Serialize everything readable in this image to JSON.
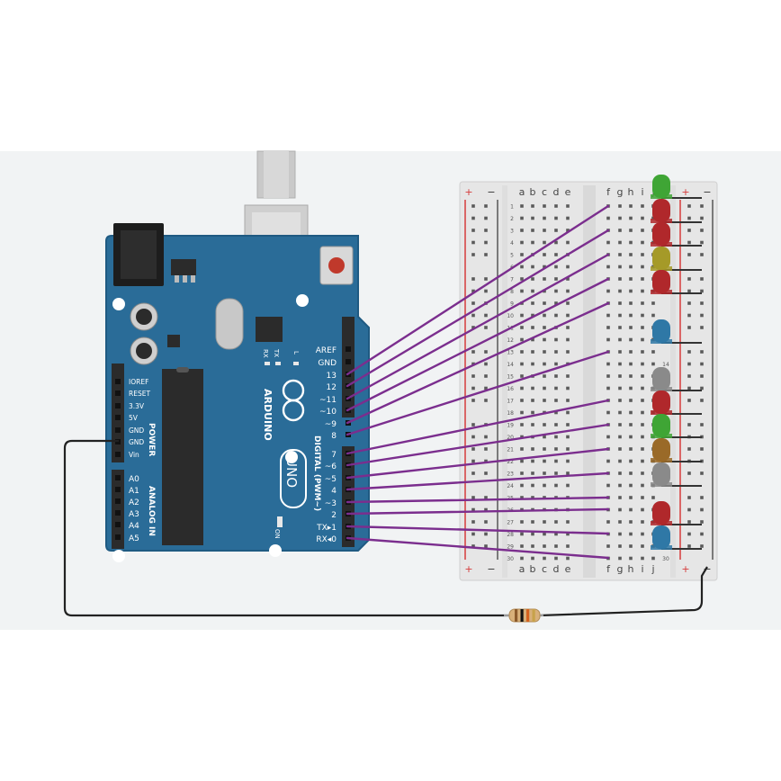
{
  "colors": {
    "canvas": "#f1f3f4",
    "board": "#2a6c98",
    "board_edge": "#1f5a82",
    "wire_purple": "#7b2e8e",
    "wire_black": "#222222",
    "rail_red": "#d63b3b",
    "header": "#2b2b2b",
    "breadboard": "#e6e6e6"
  },
  "arduino": {
    "brand": "ARDUINO",
    "model": "UNO",
    "on_label": "ON",
    "l_label": "L",
    "tx_label": "TX",
    "rx_label": "RX",
    "top_pins": [
      "AREF",
      "GND",
      "13",
      "12",
      "~11",
      "~10",
      "~9",
      "8"
    ],
    "bottom_pins": [
      "7",
      "~6",
      "~5",
      "4",
      "~3",
      "2",
      "TX▸1",
      "RX◂0"
    ],
    "digital_label": "DIGITAL (PWM~)",
    "power_pins": [
      "IOREF",
      "RESET",
      "3.3V",
      "5V",
      "GND",
      "GND",
      "Vin"
    ],
    "power_label": "POWER",
    "analog_pins": [
      "A0",
      "A1",
      "A2",
      "A3",
      "A4",
      "A5"
    ],
    "analog_label": "ANALOG IN"
  },
  "breadboard": {
    "col_left": [
      "a",
      "b",
      "c",
      "d",
      "e"
    ],
    "col_right": [
      "f",
      "g",
      "h",
      "i",
      "j"
    ],
    "rail_plus": "+",
    "rail_minus": "−",
    "rows": [
      "1",
      "2",
      "3",
      "4",
      "5",
      "6",
      "7",
      "8",
      "9",
      "10",
      "11",
      "12",
      "13",
      "14",
      "15",
      "16",
      "17",
      "18",
      "19",
      "20",
      "21",
      "22",
      "23",
      "24",
      "25",
      "26",
      "27",
      "28",
      "29",
      "30"
    ]
  },
  "leds": [
    {
      "color": "#3fa535"
    },
    {
      "color": "#b0282b"
    },
    {
      "color": "#b0282b"
    },
    {
      "color": "#a59a28"
    },
    {
      "color": "#b0282b"
    },
    {
      "color": "#2f78a6"
    },
    {
      "color": "#8a8a8a"
    },
    {
      "color": "#b0282b"
    },
    {
      "color": "#3fa535"
    },
    {
      "color": "#9a6a28"
    },
    {
      "color": "#8a8a8a"
    },
    {
      "color": "#b0282b"
    },
    {
      "color": "#2f78a6"
    }
  ],
  "resistor": {
    "colors": [
      "#8b5a2b",
      "#111111",
      "#d4621f",
      "#c8a24a"
    ]
  }
}
